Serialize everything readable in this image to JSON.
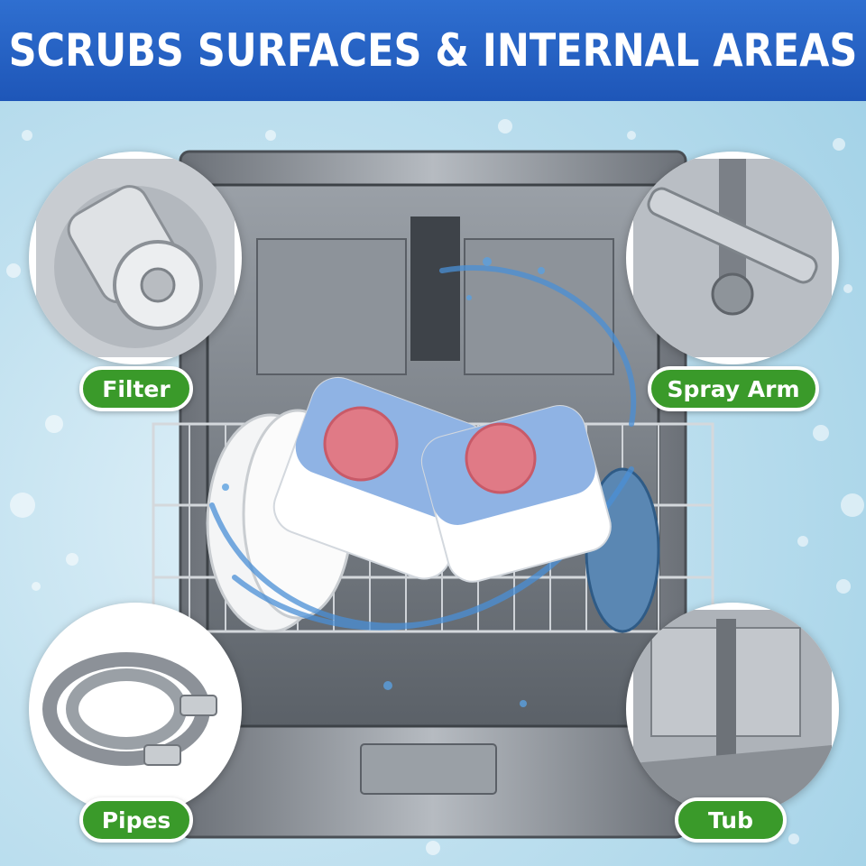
{
  "header": {
    "title": "SCRUBS SURFACES & INTERNAL AREAS"
  },
  "callouts": {
    "filter": "Filter",
    "spray_arm": "Spray Arm",
    "pipes": "Pipes",
    "tub": "Tub"
  },
  "colors": {
    "header_blue": "#2166c4",
    "label_green": "#3a9a2a",
    "tablet_blue": "#8fb3e4",
    "tablet_red": "#e07a86",
    "steel": "#8a8f96"
  }
}
